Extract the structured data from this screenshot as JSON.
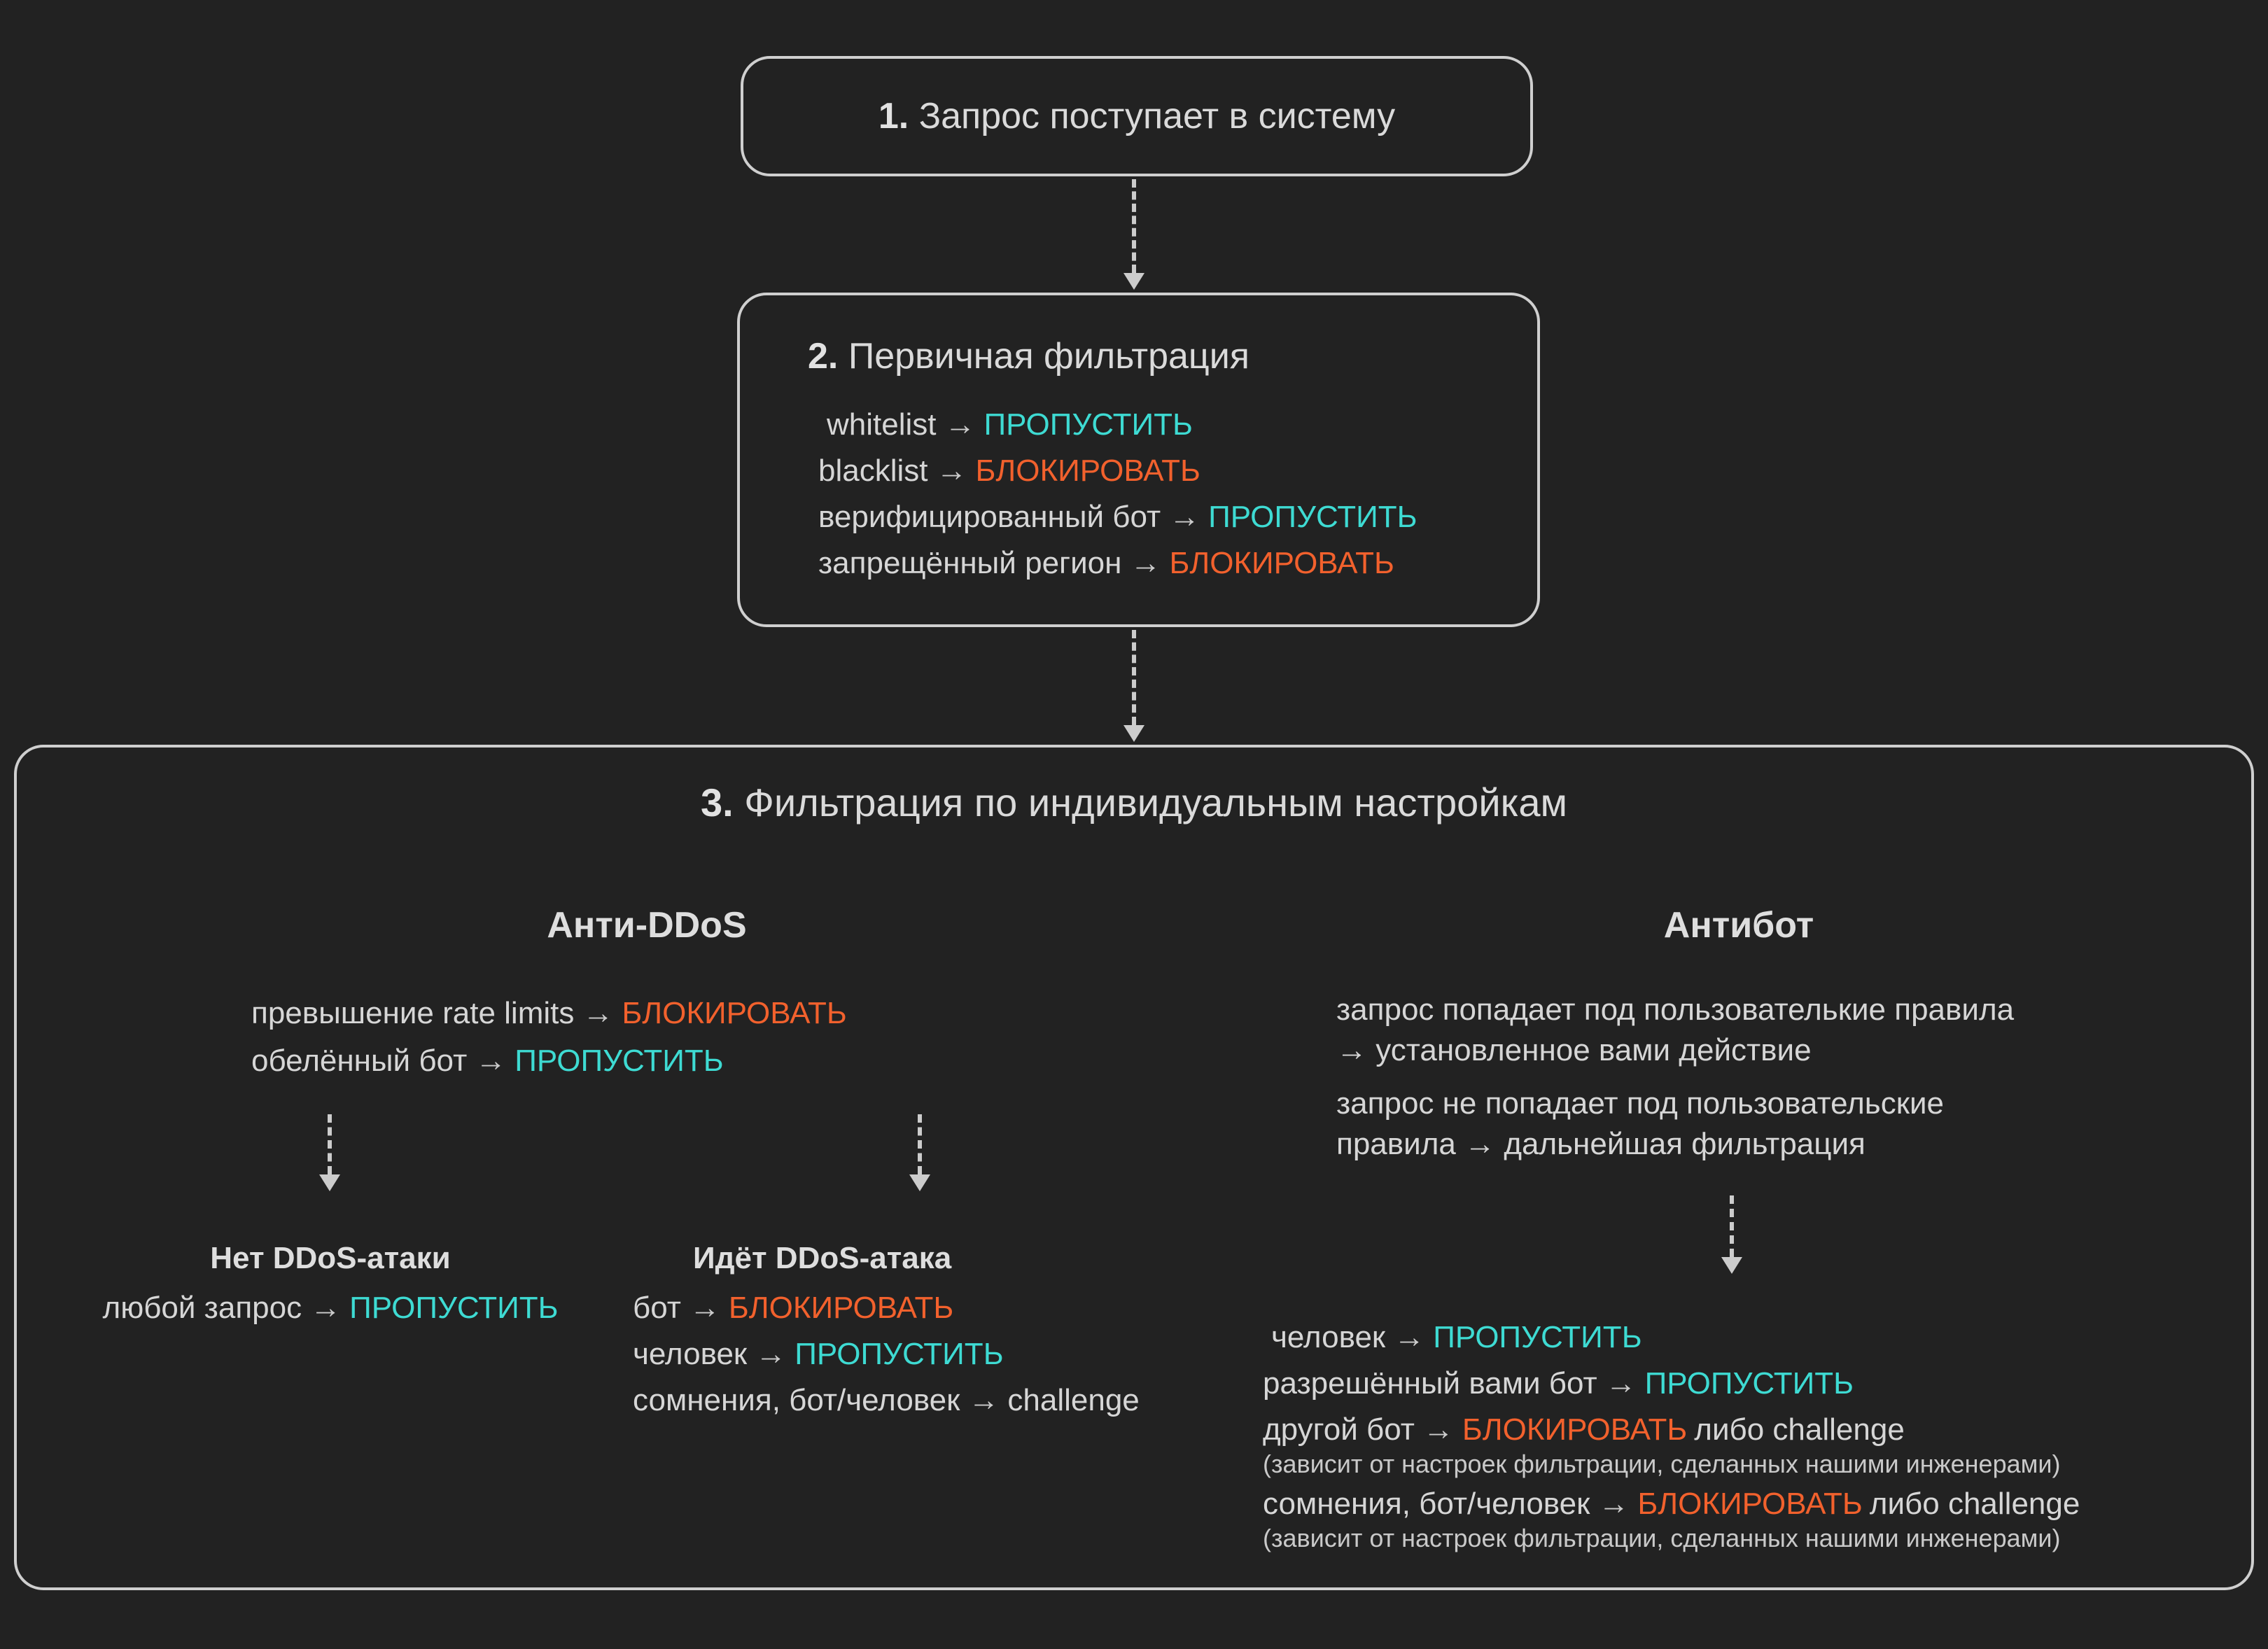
{
  "glyphs": {
    "arrow": "→"
  },
  "colors": {
    "background": "#222222",
    "border": "#cfcfcf",
    "text": "#d6d6d6",
    "muted": "#c9c9c9",
    "allow": "#3edbd3",
    "block": "#f2612d",
    "arrow": "#cccccc"
  },
  "step1": {
    "number": "1.",
    "title": "Запрос поступает в систему"
  },
  "step2": {
    "number": "2.",
    "title": "Первичная фильтрация",
    "rules": [
      {
        "condition": "whitelist",
        "action": "ПРОПУСТИТЬ",
        "type": "allow"
      },
      {
        "condition": "blacklist",
        "action": "БЛОКИРОВАТЬ",
        "type": "block"
      },
      {
        "condition": "верифицированный бот",
        "action": "ПРОПУСТИТЬ",
        "type": "allow"
      },
      {
        "condition": "запрещённый регион",
        "action": "БЛОКИРОВАТЬ",
        "type": "block"
      }
    ]
  },
  "step3": {
    "number": "3.",
    "title": "Фильтрация по индивидуальным настройкам",
    "anti_ddos": {
      "heading": "Анти-DDoS",
      "rules": [
        {
          "condition": "превышение rate limits",
          "action": "БЛОКИРОВАТЬ",
          "type": "block"
        },
        {
          "condition": "обелённый бот",
          "action": "ПРОПУСТИТЬ",
          "type": "allow"
        }
      ],
      "no_attack": {
        "heading": "Нет DDoS-атаки",
        "rules": [
          {
            "condition": "любой запрос",
            "action": "ПРОПУСТИТЬ",
            "type": "allow"
          }
        ]
      },
      "attack": {
        "heading": "Идёт DDoS-атака",
        "rules": [
          {
            "condition": "бот",
            "action": "БЛОКИРОВАТЬ",
            "type": "block"
          },
          {
            "condition": "человек",
            "action": "ПРОПУСТИТЬ",
            "type": "allow"
          },
          {
            "condition": "сомнения, бот/человек",
            "action": "challenge",
            "type": "plain"
          }
        ]
      }
    },
    "antibot": {
      "heading": "Антибот",
      "rules": [
        {
          "line1": "запрос попадает под пользователькие правила",
          "line2": "→ установленное вами действие"
        },
        {
          "line1": "запрос не попадает под пользовательские",
          "line2": "правила → дальнейшая фильтрация"
        }
      ],
      "final_rules": [
        {
          "condition": "человек",
          "action": "ПРОПУСТИТЬ",
          "type": "allow"
        },
        {
          "condition": "разрешённый вами бот",
          "action": "ПРОПУСТИТЬ",
          "type": "allow"
        },
        {
          "condition": "другой бот",
          "action": "БЛОКИРОВАТЬ",
          "type": "block",
          "suffix": "либо challenge",
          "note": "(зависит от настроек фильтрации, сделанных нашими инженерами)"
        },
        {
          "condition": "сомнения, бот/человек",
          "action": "БЛОКИРОВАТЬ",
          "type": "block",
          "suffix": "либо challenge",
          "note": "(зависит от настроек фильтрации, сделанных нашими инженерами)"
        }
      ]
    }
  }
}
